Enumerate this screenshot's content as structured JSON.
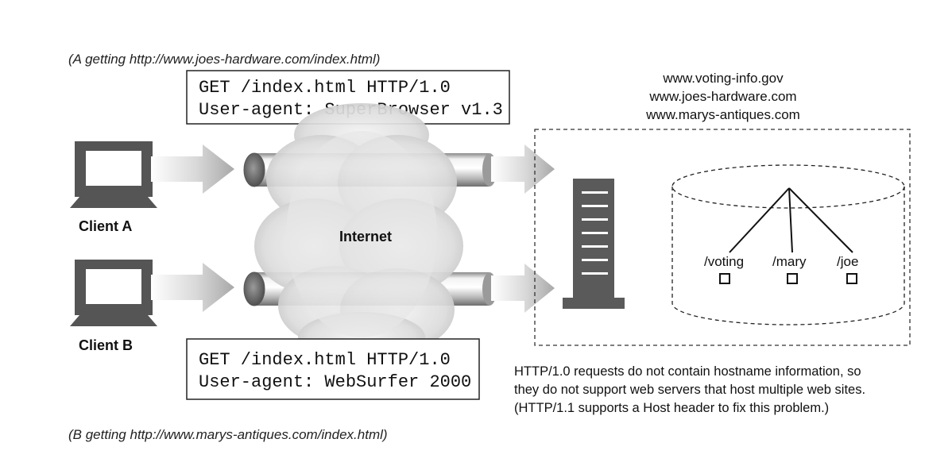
{
  "captions": {
    "a": "(A getting http://www.joes-hardware.com/index.html)",
    "b": "(B getting http://www.marys-antiques.com/index.html)"
  },
  "request_a": {
    "line1": "GET /index.html HTTP/1.0",
    "line2": "User-agent: SuperBrowser v1.3"
  },
  "request_b": {
    "line1": "GET /index.html HTTP/1.0",
    "line2": "User-agent: WebSurfer 2000"
  },
  "clients": {
    "a": "Client A",
    "b": "Client B"
  },
  "cloud_label": "Internet",
  "hosts": [
    "www.voting-info.gov",
    "www.joes-hardware.com",
    "www.marys-antiques.com"
  ],
  "paths": [
    "/voting",
    "/mary",
    "/joe"
  ],
  "note": [
    "HTTP/1.0 requests do not contain hostname information, so",
    "they do not support web servers that host multiple web sites.",
    "(HTTP/1.1 supports a Host header to fix this problem.)"
  ],
  "icons": {
    "client": "computer-monitor-icon",
    "server": "server-tower-icon",
    "cloud": "internet-cloud-icon",
    "disk": "disk-cylinder-icon",
    "file": "file-square-icon"
  }
}
